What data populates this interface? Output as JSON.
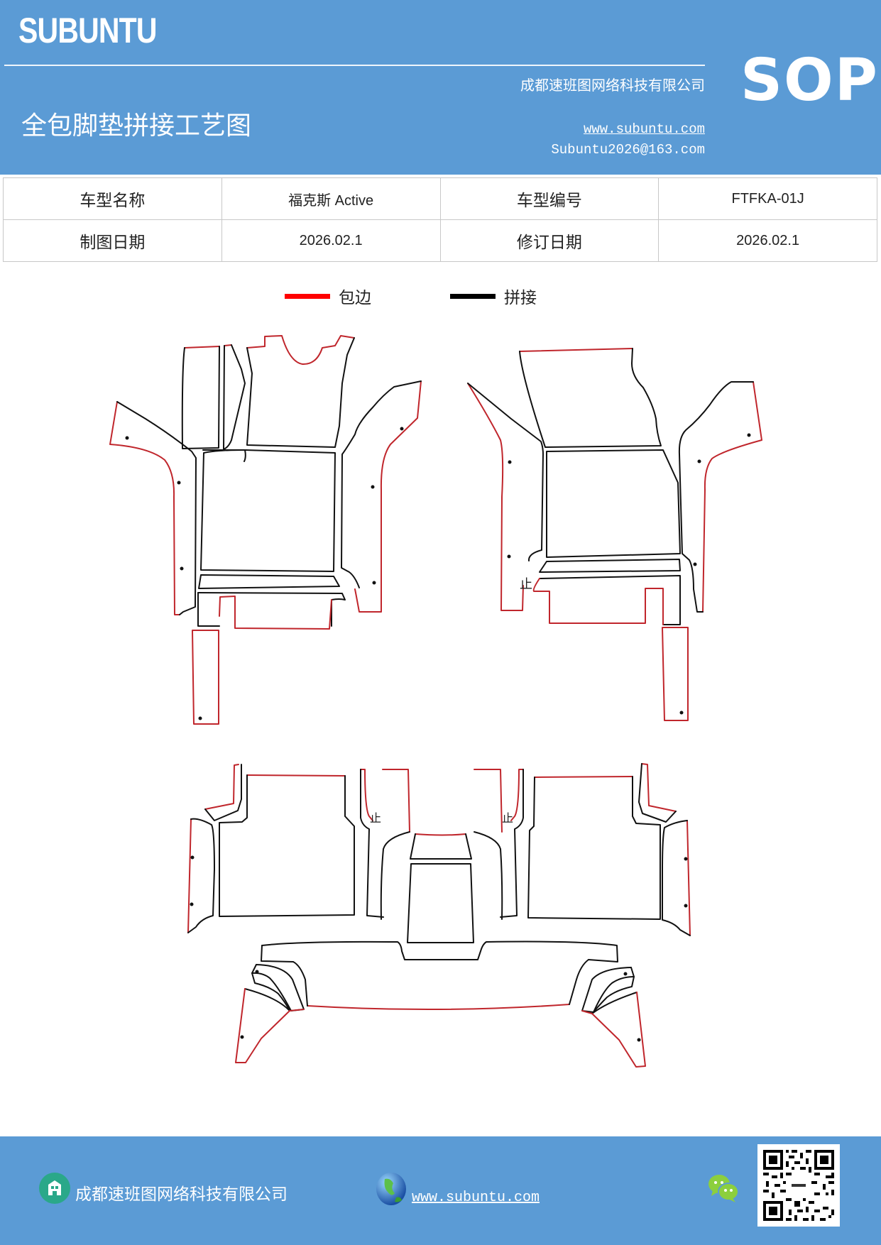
{
  "header": {
    "brand": "SUBUNTU",
    "company": "成都速班图网络科技有限公司",
    "title": "全包脚垫拼接工艺图",
    "website": "www.subuntu.com",
    "email": "Subuntu2026@163.com",
    "badge": "SOP",
    "background_color": "#5b9bd5"
  },
  "info_table": {
    "rows": [
      {
        "label1": "车型名称",
        "value1": "福克斯 Active",
        "label2": "车型编号",
        "value2": "FTFKA-01J"
      },
      {
        "label1": "制图日期",
        "value1": "2026.02.1",
        "label2": "修订日期",
        "value2": "2026.02.1"
      }
    ]
  },
  "legend": {
    "items": [
      {
        "label": "包边",
        "color": "#ff0000"
      },
      {
        "label": "拼接",
        "color": "#000000"
      }
    ]
  },
  "diagram": {
    "marker_text": "止",
    "edge_color": "#c0262c",
    "seam_color": "#111111"
  },
  "footer": {
    "company": "成都速班图网络科技有限公司",
    "website": "www.subuntu.com",
    "icons": [
      "building-icon",
      "globe-icon",
      "wechat-icon",
      "qr-code"
    ]
  }
}
